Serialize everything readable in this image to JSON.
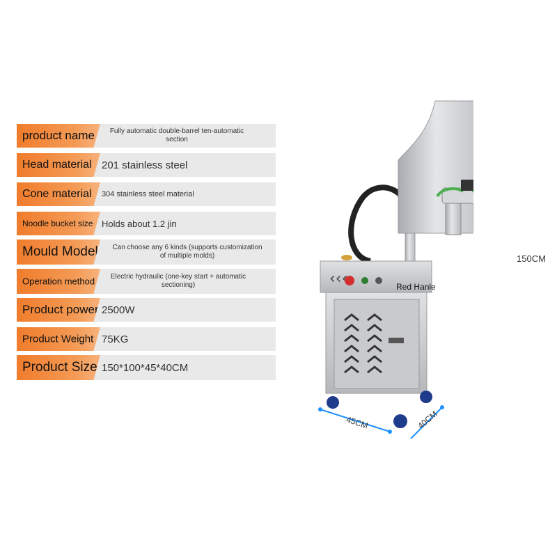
{
  "specs": [
    {
      "label": "product name",
      "value": "Fully automatic double-barrel ten-automatic section"
    },
    {
      "label": "Head material",
      "value": "201 stainless steel"
    },
    {
      "label": "Cone material",
      "value": "304 stainless steel material"
    },
    {
      "label": "Noodle bucket size",
      "value": "Holds about 1.2 jin"
    },
    {
      "label": "Mould Model",
      "value": "Can choose any 6 kinds (supports customization of multiple molds)"
    },
    {
      "label": "Operation method",
      "value": "Electric hydraulic (one-key start + automatic sectioning)"
    },
    {
      "label": "Product power",
      "value": "2500W"
    },
    {
      "label": "Product Weight",
      "value": "75KG"
    },
    {
      "label": "Product Size",
      "value": "150*100*45*40CM"
    }
  ],
  "machine": {
    "callout": "Red Hanle",
    "height_label": "150CM",
    "width_label": "45CM",
    "depth_label": "40CM"
  },
  "colors": {
    "accent": "#f07c2c",
    "dimension_line": "#1e90ff",
    "steel": "#c9cbce"
  }
}
